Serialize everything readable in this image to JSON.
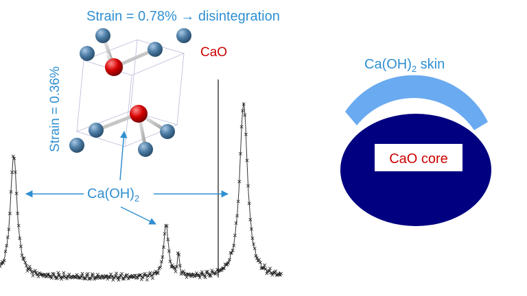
{
  "figure": {
    "strain_top": "Strain = 0.78% → disintegration",
    "strain_side": "Strain = 0.36%",
    "cao_label": "CaO",
    "caoh2_base": "Ca(OH)",
    "caoh2_sub": "2",
    "skin_base": "Ca(OH)",
    "skin_sub": "2",
    "skin_suffix": " skin",
    "core_label": "CaO core"
  },
  "colors": {
    "label_blue": "#2f8fd0",
    "label_red": "#cc0000",
    "calcium_atom": "#4a7aa3",
    "oxygen_atom": "#d40000",
    "core_fill": "#000080",
    "skin_fill": "#6aaaf0",
    "pattern": "#222222"
  }
}
